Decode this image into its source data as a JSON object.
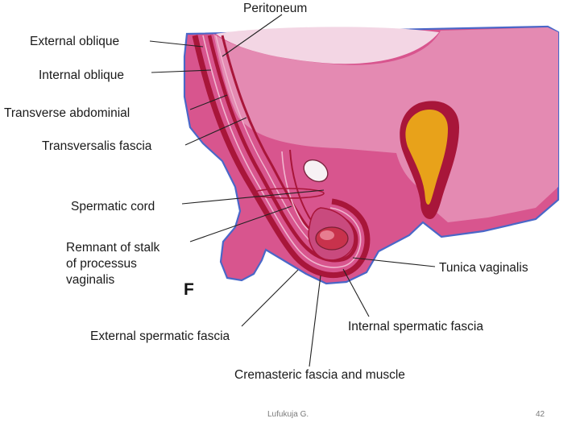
{
  "labels": {
    "peritoneum": "Peritoneum",
    "external_oblique": "External oblique",
    "internal_oblique": "Internal oblique",
    "transverse_abdominis": "Transverse abdominial",
    "transversalis_fascia": "Transversalis fascia",
    "spermatic_cord": "Spermatic cord",
    "remnant_line1": "Remnant of stalk",
    "remnant_line2": "of processus",
    "remnant_line3": "vaginalis",
    "tunica_vaginalis": "Tunica vaginalis",
    "external_spermatic_fascia": "External spermatic fascia",
    "internal_spermatic_fascia": "Internal spermatic fascia",
    "cremasteric": "Cremasteric fascia and muscle"
  },
  "panel_letter": "F",
  "footer": {
    "author": "Lufukuja G.",
    "page_number": "42"
  },
  "colors": {
    "tissue": "#d8558e",
    "peritoneal_cavity": "#e48ab2",
    "light_area": "#f3d6e4",
    "muscle_layer": "#a8163a",
    "fascia_line": "#f1b6cf",
    "body_outline": "#4a67c8",
    "kidney_fill": "#e8a21a",
    "testis": "#c8324c"
  }
}
